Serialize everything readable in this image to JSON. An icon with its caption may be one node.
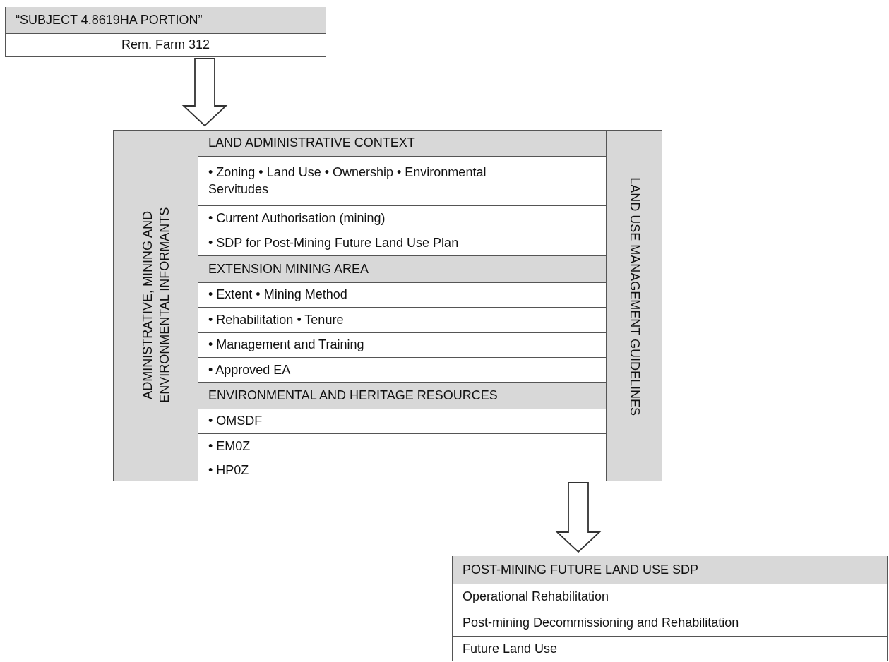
{
  "diagram": {
    "nodes": [
      {
        "text": [
          "“SUBJECT 4.8619HA PORTION”",
          "Rem. Farm 312"
        ]
      },
      {
        "text": [],
        "shape": "box"
      },
      {
        "text": [
          "ADMINISTRATIVE, MINING AND ENVIRONMENTAL INFORMANTS"
        ],
        "in": 1
      },
      {
        "text": [
          "LAND ADMINISTRATIVE CONTEXT",
          "• Zoning • Land Use • Ownership • Environmental Servitudes",
          "• Current Authorisation (mining)",
          "• SDP for Post-Mining Future Land Use Plan"
        ],
        "in": 1
      },
      {
        "text": [
          "EXTENSION MINING AREA",
          "• Extent • Mining Method",
          "• Rehabilitation • Tenure",
          "• Management and Training",
          "• Approved EA"
        ],
        "in": 1
      },
      {
        "text": [
          "ENVIRONMENTAL AND HERITAGE RESOURCES",
          "• OMSDF",
          "• EM0Z",
          "• HP0Z"
        ],
        "in": 1
      },
      {
        "text": [
          "LAND USE MANAGEMENT GUIDELINES"
        ],
        "in": 1
      },
      {
        "text": [
          "POST-MINING FUTURE LAND USE SDP",
          "Operational Rehabilitation",
          "Post-mining Decommissioning and Rehabilitation",
          "Future Land Use"
        ]
      }
    ],
    "edges": [
      {
        "from": 0,
        "to": 1,
        "arrow": "to"
      },
      {
        "from": 1,
        "to": 7,
        "arrow": "to"
      }
    ]
  }
}
